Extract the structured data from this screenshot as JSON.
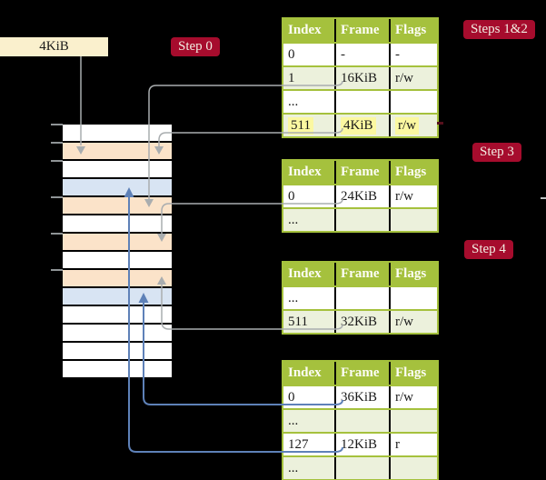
{
  "palette": {
    "background": "#000000",
    "header_green": "#a5c13d",
    "row_green": "#ecf1dc",
    "highlight_yellow": "#fbf8a1",
    "badge_red": "#a60c2d",
    "badge_text": "#f2eee3",
    "frame_peach": "#fbe3c9",
    "frame_blue": "#d8e4f3",
    "label_cream": "#faf0cd",
    "arrow_gray": "#a9adaf",
    "arrow_blue": "#5e81b8",
    "ink": "#1a1a1a"
  },
  "frame_size_label": "4KiB",
  "badges": [
    {
      "label": "Step 0"
    },
    {
      "label": "Steps 1&2"
    },
    {
      "label": "Step 3"
    },
    {
      "label": "Step 4"
    }
  ],
  "page_tables": [
    {
      "headers": [
        "Index",
        "Frame",
        "Flags"
      ],
      "rows": [
        {
          "index": "0",
          "frame": "-",
          "flags": "-"
        },
        {
          "index": "1",
          "frame": "16KiB",
          "flags": "r/w"
        },
        {
          "index": "...",
          "frame": "",
          "flags": ""
        },
        {
          "index": "511",
          "frame": "4KiB",
          "flags": "r/w",
          "highlight": true
        }
      ]
    },
    {
      "headers": [
        "Index",
        "Frame",
        "Flags"
      ],
      "rows": [
        {
          "index": "0",
          "frame": "24KiB",
          "flags": "r/w"
        },
        {
          "index": "...",
          "frame": "",
          "flags": ""
        }
      ]
    },
    {
      "headers": [
        "Index",
        "Frame",
        "Flags"
      ],
      "rows": [
        {
          "index": "...",
          "frame": "",
          "flags": ""
        },
        {
          "index": "511",
          "frame": "32KiB",
          "flags": "r/w"
        }
      ]
    },
    {
      "headers": [
        "Index",
        "Frame",
        "Flags"
      ],
      "rows": [
        {
          "index": "0",
          "frame": "36KiB",
          "flags": "r/w"
        },
        {
          "index": "...",
          "frame": "",
          "flags": ""
        },
        {
          "index": "127",
          "frame": "12KiB",
          "flags": "r"
        },
        {
          "index": "...",
          "frame": "",
          "flags": ""
        }
      ]
    }
  ],
  "memory_stack": {
    "frames": [
      {
        "fill": "white"
      },
      {
        "fill": "peach"
      },
      {
        "fill": "white"
      },
      {
        "fill": "blue"
      },
      {
        "fill": "peach"
      },
      {
        "fill": "white"
      },
      {
        "fill": "peach"
      },
      {
        "fill": "white"
      },
      {
        "fill": "peach"
      },
      {
        "fill": "blue"
      },
      {
        "fill": "white"
      },
      {
        "fill": "white"
      },
      {
        "fill": "white"
      },
      {
        "fill": "white"
      }
    ]
  }
}
